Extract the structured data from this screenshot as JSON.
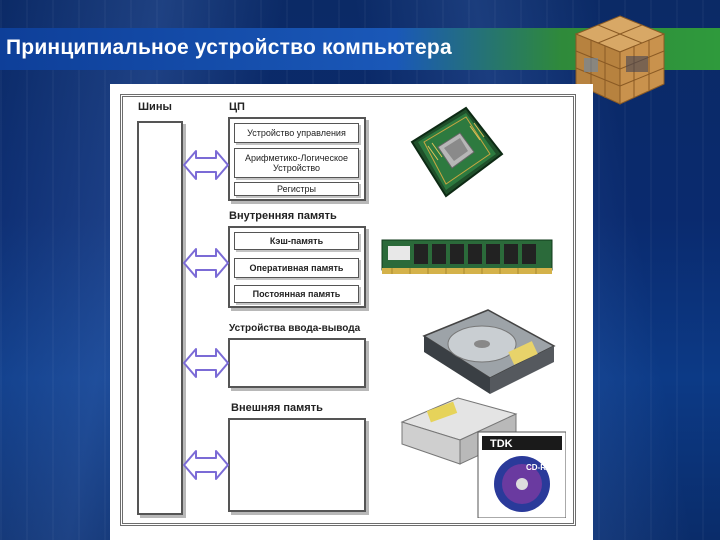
{
  "slide": {
    "title": "Принципиальное устройство компьютера"
  },
  "diagram": {
    "bus_label": "Шины",
    "cpu": {
      "label": "ЦП",
      "items": [
        "Устройство управления",
        "Арифметико-Логическое Устройство",
        "Регистры"
      ]
    },
    "internal_memory": {
      "label": "Внутренняя память",
      "items": [
        "Кэш-память",
        "Оперативная память",
        "Постоянная память"
      ]
    },
    "io_devices": {
      "label": "Устройства ввода-вывода"
    },
    "external_memory": {
      "label": "Внешняя память"
    }
  },
  "images": {
    "tdk_logo": "TDK",
    "disc_text": "CD-RW"
  },
  "colors": {
    "arrow_fill": "#ffffff",
    "arrow_stroke": "#7b6bd6",
    "title_bar": "#1a58b8",
    "accent_green": "#2f9a3c"
  }
}
